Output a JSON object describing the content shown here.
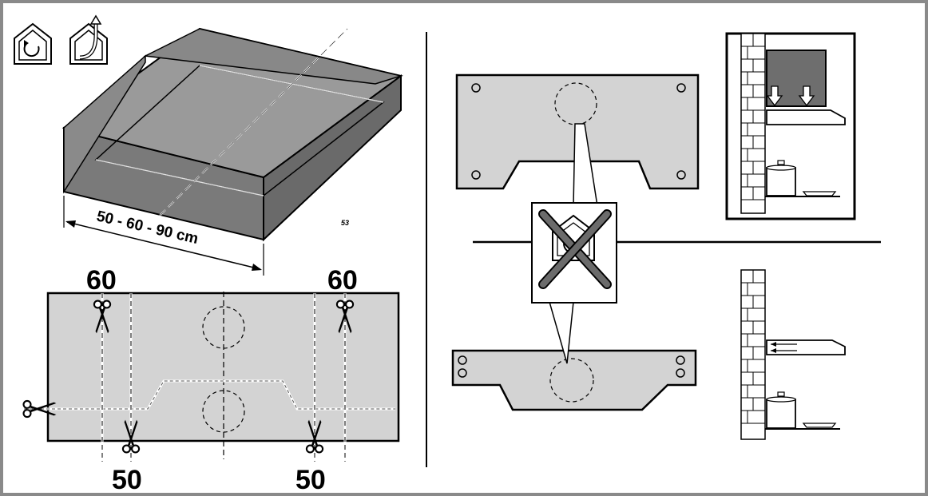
{
  "figure": {
    "dimension_label": "50 - 60 - 90 cm",
    "small_mark": "53",
    "cut_labels": {
      "top_left": "60",
      "top_right": "60",
      "bottom_left": "50",
      "bottom_right": "50"
    }
  },
  "icons": [
    "recirculation-mode-icon",
    "extraction-mode-icon",
    "scissors-icon",
    "no-filter-icon"
  ],
  "colors": {
    "filter_fill": "#c8c8c8",
    "panel_fill": "#d3d3d3",
    "outline": "#000000",
    "frame": "#888888",
    "hood_body": "#6e6e6e"
  }
}
